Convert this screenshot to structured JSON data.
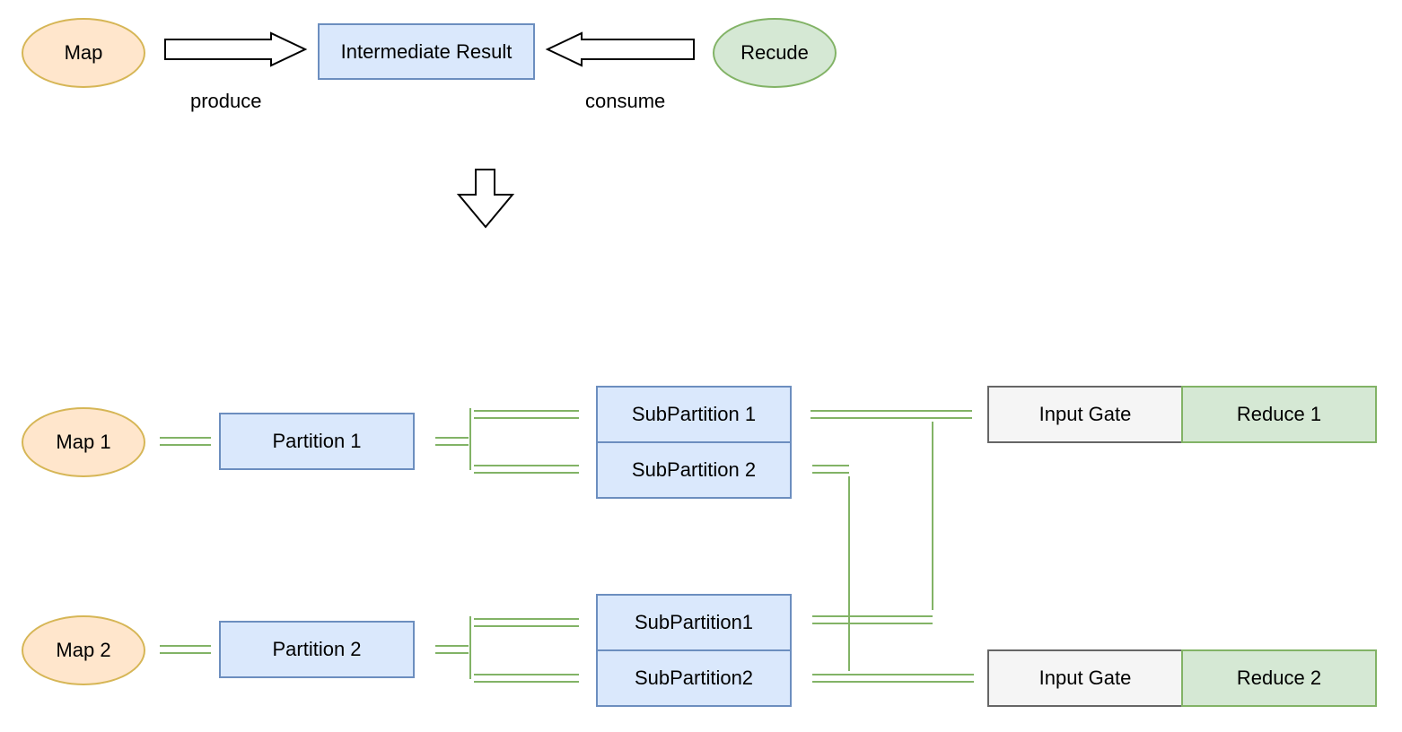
{
  "top": {
    "map": "Map",
    "intermediate": "Intermediate Result",
    "reduce": "Recude",
    "produce": "produce",
    "consume": "consume"
  },
  "bottom": {
    "map1": "Map 1",
    "map2": "Map 2",
    "partition1": "Partition 1",
    "partition2": "Partition 2",
    "p1_sub1": "SubPartition 1",
    "p1_sub2": "SubPartition 2",
    "p2_sub1": "SubPartition1",
    "p2_sub2": "SubPartition2",
    "gate1": "Input Gate",
    "reduce1": "Reduce 1",
    "gate2": "Input Gate",
    "reduce2": "Reduce 2"
  },
  "colors": {
    "map_fill": "#ffe6cc",
    "map_stroke": "#d6b656",
    "reduce_fill": "#d5e8d4",
    "reduce_stroke": "#82b366",
    "partition_fill": "#dae8fc",
    "partition_stroke": "#6c8ebf",
    "gate_fill": "#f5f5f5",
    "gate_stroke": "#666666",
    "link_color": "#82b366"
  }
}
